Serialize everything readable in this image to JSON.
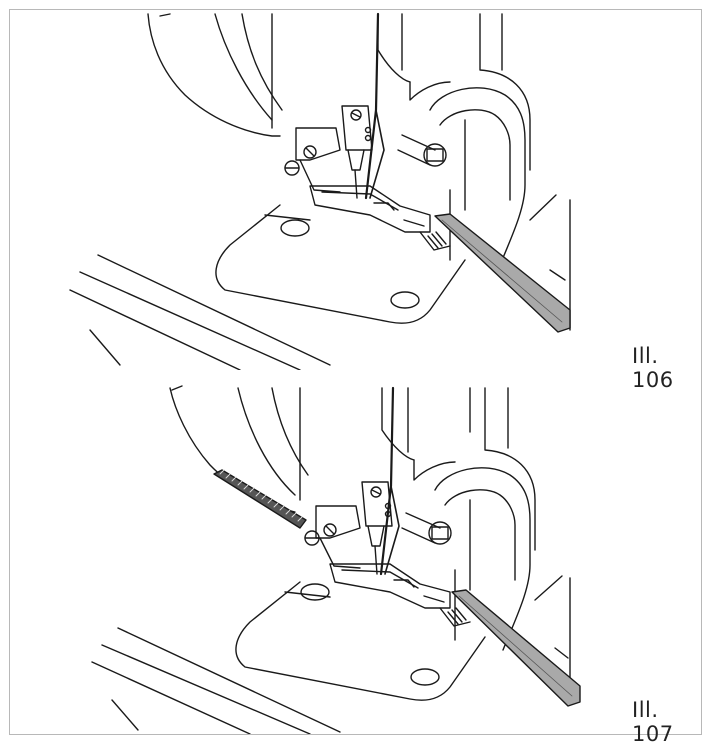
{
  "figures": [
    {
      "id": "106",
      "caption": "Ill. 106"
    },
    {
      "id": "107",
      "caption": "Ill. 107"
    }
  ],
  "colors": {
    "stroke": "#1a1a1a",
    "tape_fill": "#a9a9a9",
    "zipper_fill": "#555555",
    "frame": "#b8b8b8"
  }
}
